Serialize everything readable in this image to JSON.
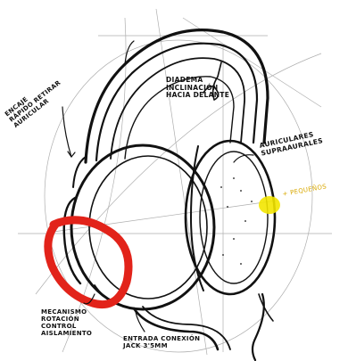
{
  "annotations": {
    "headband": "DIADEMA\nINCLINACIÓN\nHACIA DELANTE",
    "fit": "ENCAJE\nRÁPIDO RETIRAR\nAURICULAR",
    "earcups": "AURICULARES\nSUPRAAURALES",
    "yellow_mark": "+ PEQUEÑOS",
    "mechanism": "MECANISMO\nROTACIÓN\nCONTROL\nAISLAMIENTO",
    "jack": "ENTRADA CONEXIÓN\nJACK 3'5MM"
  },
  "colors": {
    "ink": "#111111",
    "red_circle": "#e2231a",
    "yellow_highlight": "#f3e600",
    "guide_lines": "#9a9a9a"
  }
}
